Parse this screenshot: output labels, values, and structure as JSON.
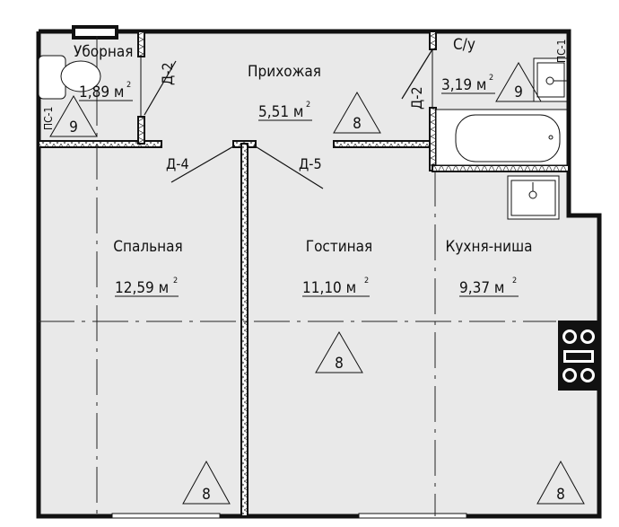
{
  "rooms": {
    "toilet": {
      "name": "Уборная",
      "area": "1,89 м",
      "sup": "2",
      "mark": "9"
    },
    "hall": {
      "name": "Прихожая",
      "area": "5,51 м",
      "sup": "2",
      "mark": "8"
    },
    "bathroom": {
      "name": "С/у",
      "area": "3,19 м",
      "sup": "2",
      "mark": "9"
    },
    "bedroom": {
      "name": "Спальная",
      "area": "12,59 м",
      "sup": "2",
      "mark": "8"
    },
    "living": {
      "name": "Гостиная",
      "area": "11,10 м",
      "sup": "2",
      "mark": "8"
    },
    "kitchen": {
      "name": "Кухня-ниша",
      "area": "9,37 м",
      "sup": "2",
      "mark": "8"
    }
  },
  "doors": {
    "d2_left": "Д-2",
    "d2_right": "Д-2",
    "d4": "Д-4",
    "d5": "Д-5"
  },
  "risers": {
    "left": "ПС-1",
    "right": "ПС-1"
  },
  "colors": {
    "floor": "#e9e9e9",
    "wall": "#111111"
  }
}
